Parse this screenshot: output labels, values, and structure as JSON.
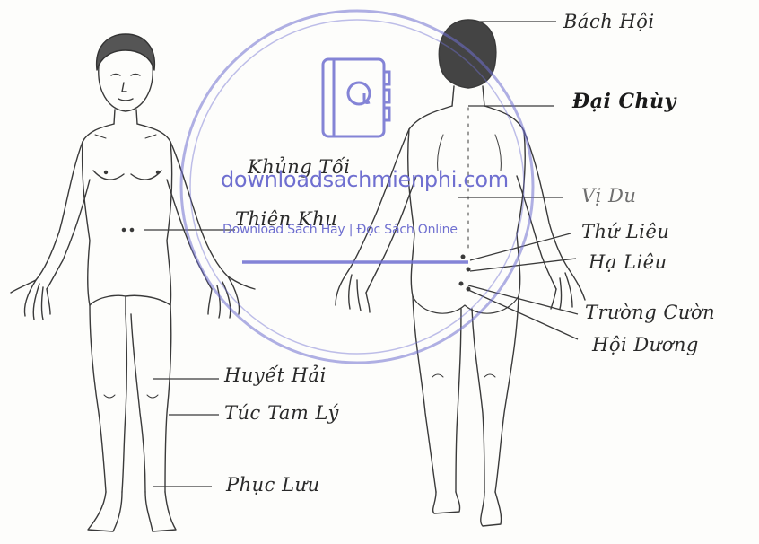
{
  "labels": {
    "bach_hoi": "Bách Hội",
    "dai_chuy": "Đại Chùy",
    "khung_toi": "Khủng Tối",
    "thien_khu": "Thiên Khu",
    "vi_du": "Vị Du",
    "thu_lieu": "Thứ Liêu",
    "ha_lieu": "Hạ Liêu",
    "truong_cuong": "Trường Cườn",
    "hoi_duong": "Hội Dương",
    "huyet_hai": "Huyết Hải",
    "tuc_tam_ly": "Túc Tam Lý",
    "phuc_luu": "Phục Lưu"
  },
  "watermark": {
    "site": "downloadsachmienphi.com",
    "tagline": "Download Sách Hay | Đọc Sách Online",
    "icon": "contact-book-at-icon",
    "color": "#6f6fd0"
  },
  "colors": {
    "ink": "#3a3a3a",
    "watermark": "#6f6fd0",
    "background": "#fdfdfb"
  }
}
